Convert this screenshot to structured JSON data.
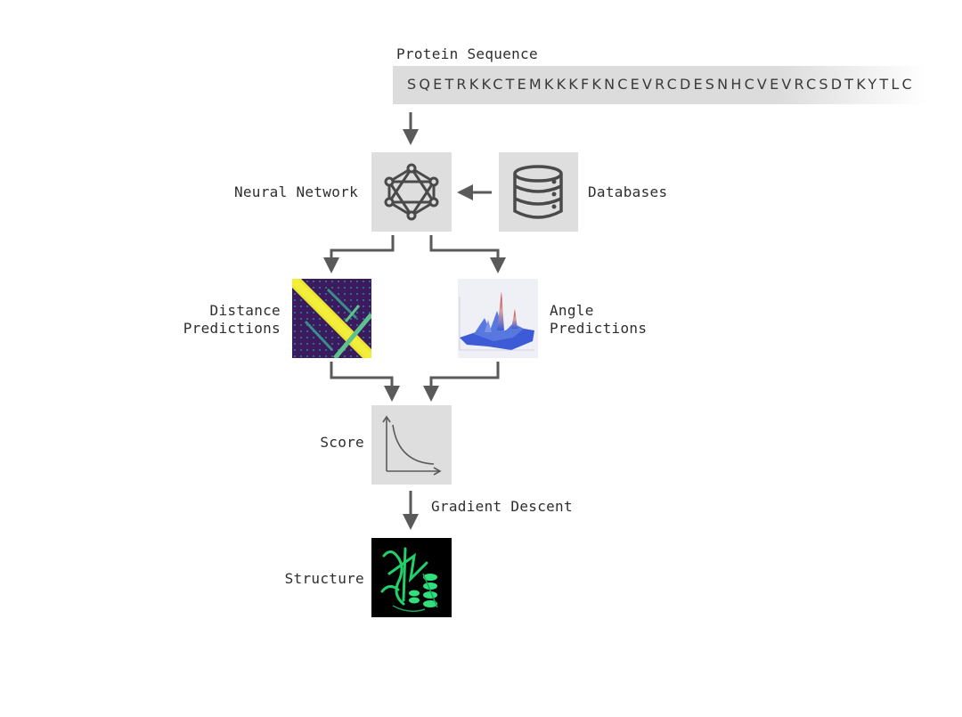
{
  "input": {
    "title": "Protein Sequence",
    "sequence": "SQETRKKCTEMKKKFKNCEVRCDESNHCVEVRCSDTKYTLC"
  },
  "nodes": {
    "neural_network": "Neural Network",
    "databases": "Databases",
    "distance": [
      "Distance",
      "Predictions"
    ],
    "angle": [
      "Angle",
      "Predictions"
    ],
    "score": "Score",
    "gradient_descent": "Gradient Descent",
    "structure": "Structure"
  },
  "colors": {
    "arrow": "#5a5a5a",
    "box": "#dedede",
    "icon": "#4a4a4a",
    "heatmap_bg": "#3b1a5e",
    "heatmap_diag": "#e9e531",
    "heatmap_cross": "#5ec28c",
    "surface_blue": "#3d5bd6",
    "surface_peak": "#c8242a",
    "structure_green": "#22d06a"
  }
}
